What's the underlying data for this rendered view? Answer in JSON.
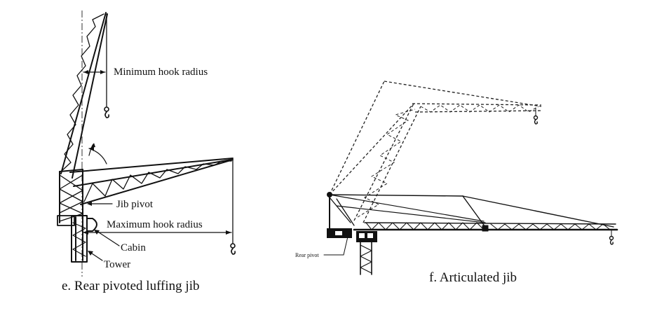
{
  "figure_e": {
    "label_min_radius": "Minimum hook radius",
    "label_jib_pivot": "Jib pivot",
    "label_max_radius": "Maximum hook radius",
    "label_cabin": "Cabin",
    "label_tower": "Tower",
    "caption": "e.  Rear pivoted luffing jib"
  },
  "figure_f": {
    "label_rear_pivot": "Rear pivot",
    "caption": "f.  Articulated jib"
  }
}
